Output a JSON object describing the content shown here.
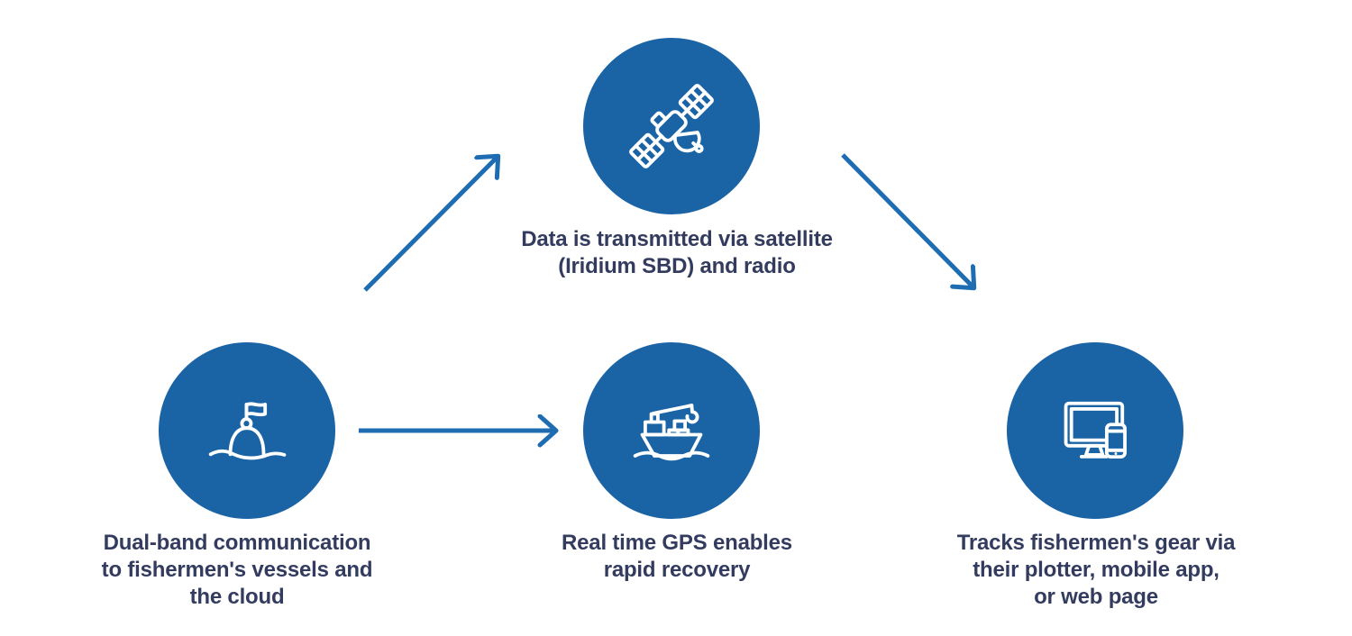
{
  "palette": {
    "node_blue": "#1A64A6",
    "arrow_blue": "#1E6DB2",
    "caption_navy": "#333C5E",
    "icon_white": "#FFFFFF",
    "background": "#FFFFFF"
  },
  "nodes": [
    {
      "id": "buoy",
      "icon": "buoy-flag-icon",
      "caption": "Dual-band communication\nto fishermen's vessels and\nthe cloud"
    },
    {
      "id": "satellite",
      "icon": "satellite-icon",
      "caption": "Data is transmitted via satellite\n(Iridium SBD) and radio"
    },
    {
      "id": "ship",
      "icon": "cargo-ship-crane-icon",
      "caption": "Real time GPS enables\nrapid recovery"
    },
    {
      "id": "devices",
      "icon": "monitor-and-phone-icon",
      "caption": "Tracks fishermen's gear via\ntheir plotter, mobile app,\nor web page"
    }
  ],
  "arrows": [
    {
      "from": "buoy",
      "to": "satellite"
    },
    {
      "from": "buoy",
      "to": "ship"
    },
    {
      "from": "satellite",
      "to": "devices"
    }
  ]
}
